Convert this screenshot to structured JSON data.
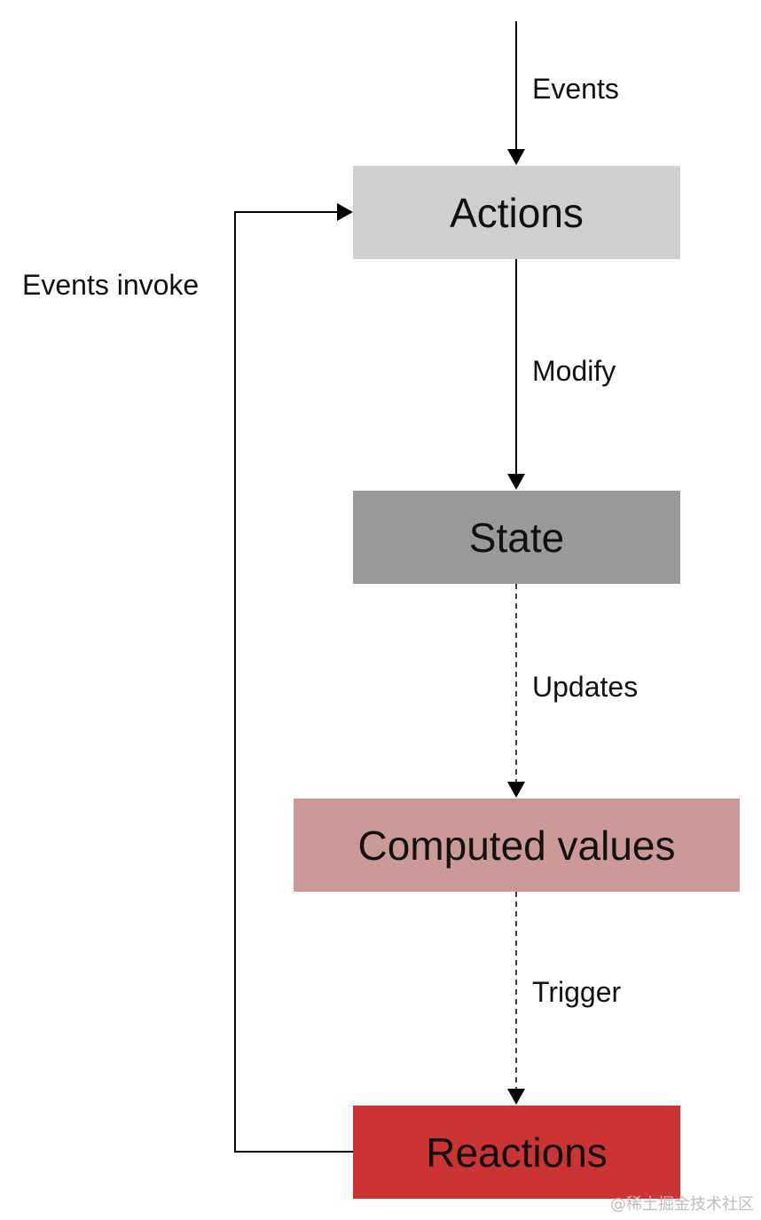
{
  "nodes": {
    "actions": {
      "label": "Actions",
      "color": "#cfcfcf"
    },
    "state": {
      "label": "State",
      "color": "#999999"
    },
    "computed": {
      "label": "Computed values",
      "color": "#cc9999"
    },
    "reactions": {
      "label": "Reactions",
      "color": "#cc3333"
    }
  },
  "edges": {
    "events": {
      "label": "Events",
      "style": "solid"
    },
    "modify": {
      "label": "Modify",
      "style": "solid"
    },
    "updates": {
      "label": "Updates",
      "style": "dashed"
    },
    "trigger": {
      "label": "Trigger",
      "style": "dashed"
    },
    "events_invoke": {
      "label": "Events invoke",
      "style": "solid"
    }
  },
  "watermark": "@稀土掘金技术社区"
}
